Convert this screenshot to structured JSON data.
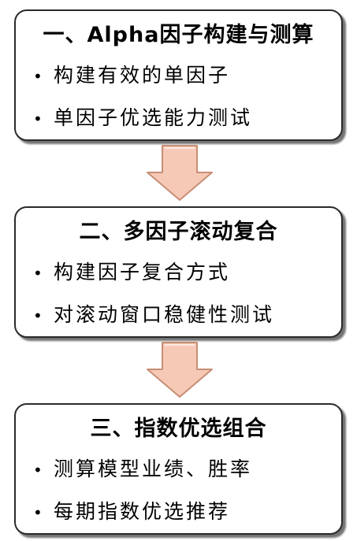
{
  "flow": {
    "arrow_fill": "#f6c9b6",
    "arrow_stroke": "#c78e74",
    "steps": [
      {
        "title": "一、Alpha因子构建与测算",
        "items": [
          "构建有效的单因子",
          "单因子优选能力测试"
        ]
      },
      {
        "title": "二、多因子滚动复合",
        "items": [
          "构建因子复合方式",
          "对滚动窗口稳健性测试"
        ]
      },
      {
        "title": "三、指数优选组合",
        "items": [
          "测算模型业绩、胜率",
          "每期指数优选推荐"
        ]
      }
    ]
  }
}
